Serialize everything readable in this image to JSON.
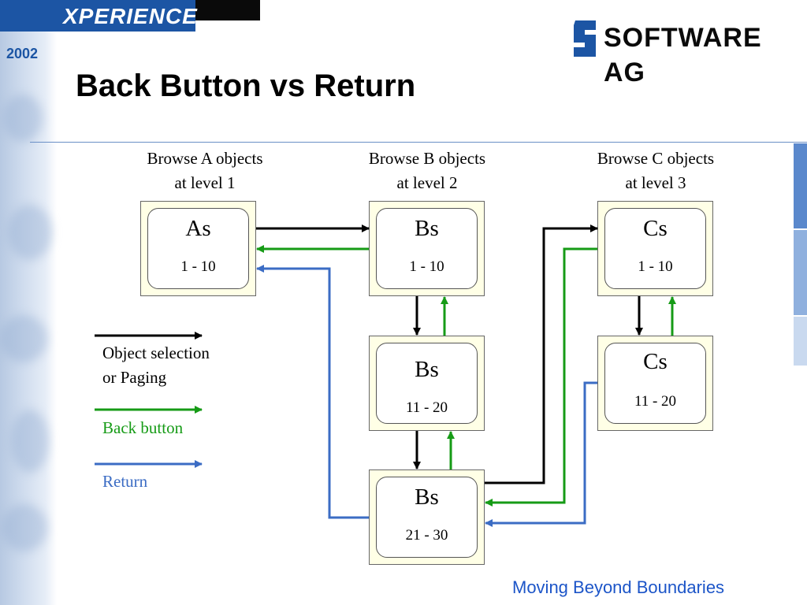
{
  "header": {
    "xperience_label": "XPERIENCE",
    "year": "2002",
    "brand": "SOFTWARE AG"
  },
  "slide": {
    "title": "Back Button vs Return",
    "tagline": "Moving Beyond Boundaries"
  },
  "columns": [
    {
      "line1": "Browse A objects",
      "line2": "at level 1"
    },
    {
      "line1": "Browse B objects",
      "line2": "at level 2"
    },
    {
      "line1": "Browse C objects",
      "line2": "at level 3"
    }
  ],
  "boxes": {
    "a1": {
      "title": "As",
      "range": "1 - 10"
    },
    "b1": {
      "title": "Bs",
      "range": "1 - 10"
    },
    "b2": {
      "title": "Bs",
      "range": "11 - 20"
    },
    "b3": {
      "title": "Bs",
      "range": "21 - 30"
    },
    "c1": {
      "title": "Cs",
      "range": "1 - 10"
    },
    "c2": {
      "title": "Cs",
      "range": "11 - 20"
    }
  },
  "legend": {
    "selection_line1": "Object selection",
    "selection_line2": "or Paging",
    "back": "Back button",
    "return": "Return"
  },
  "colors": {
    "selection": "#000000",
    "back": "#169b16",
    "return": "#3b6cc4",
    "box_fill": "#ffffe6",
    "accent": "#1c55a4"
  }
}
